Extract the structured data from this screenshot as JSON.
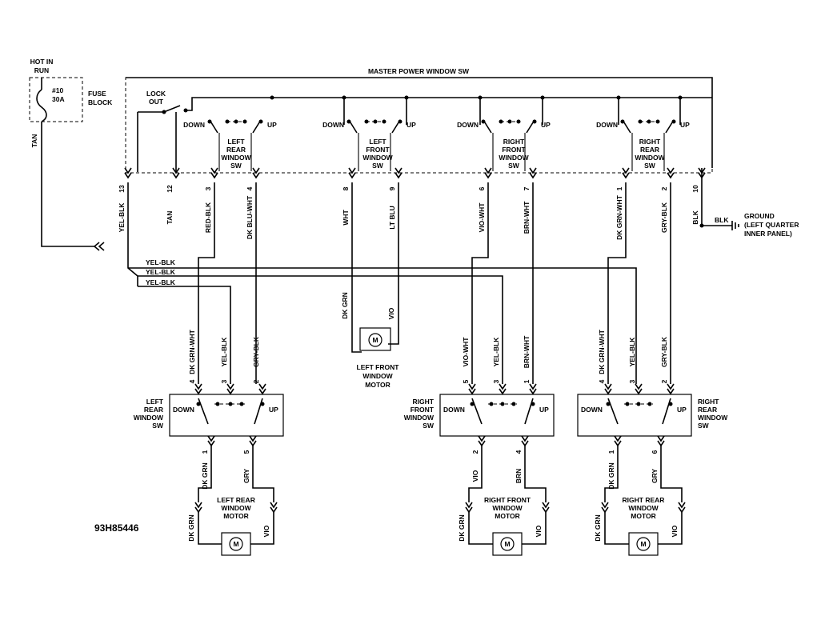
{
  "labels": {
    "hot_in_run": [
      "HOT IN",
      "RUN"
    ],
    "fuse": [
      "#10",
      "30A"
    ],
    "fuse_block": [
      "FUSE",
      "BLOCK"
    ],
    "master": "MASTER POWER WINDOW SW",
    "lock_out": [
      "LOCK",
      "OUT"
    ],
    "down": "DOWN",
    "up": "UP",
    "master_left_rear": [
      "LEFT",
      "REAR",
      "WINDOW",
      "SW"
    ],
    "master_left_front": [
      "LEFT",
      "FRONT",
      "WINDOW",
      "SW"
    ],
    "master_right_front": [
      "RIGHT",
      "FRONT",
      "WINDOW",
      "SW"
    ],
    "master_right_rear": [
      "RIGHT",
      "REAR",
      "WINDOW",
      "SW"
    ],
    "ground": [
      "GROUND",
      "(LEFT QUARTER",
      "INNER PANEL)"
    ],
    "blk": "BLK",
    "lf_motor": [
      "LEFT FRONT",
      "WINDOW",
      "MOTOR"
    ],
    "lr_sw": [
      "LEFT",
      "REAR",
      "WINDOW",
      "SW"
    ],
    "rf_sw": [
      "RIGHT",
      "FRONT",
      "WINDOW",
      "SW"
    ],
    "rr_sw": [
      "RIGHT",
      "REAR",
      "WINDOW",
      "SW"
    ],
    "lr_motor": [
      "LEFT REAR",
      "WINDOW",
      "MOTOR"
    ],
    "rf_motor": [
      "RIGHT FRONT",
      "WINDOW",
      "MOTOR"
    ],
    "rr_motor": [
      "RIGHT REAR",
      "WINDOW",
      "MOTOR"
    ],
    "motor_symbol": "M",
    "diagram_code": "93H85446"
  },
  "wires": {
    "tan_fuse": "TAN",
    "master_pins": [
      {
        "pin": "13",
        "color": "YEL-BLK"
      },
      {
        "pin": "12",
        "color": "TAN"
      },
      {
        "pin": "3",
        "color": "RED-BLK"
      },
      {
        "pin": "4",
        "color": "DK BLU-WHT"
      },
      {
        "pin": "8",
        "color": "WHT"
      },
      {
        "pin": "9",
        "color": "LT BLU"
      },
      {
        "pin": "6",
        "color": "VIO-WHT"
      },
      {
        "pin": "7",
        "color": "BRN-WHT"
      },
      {
        "pin": "1",
        "color": "DK GRN-WHT"
      },
      {
        "pin": "2",
        "color": "GRY-BLK"
      },
      {
        "pin": "10",
        "color": "BLK"
      }
    ],
    "yel_blk_bus": [
      "YEL-BLK",
      "YEL-BLK",
      "YEL-BLK"
    ],
    "lf_motor_wires": [
      "DK GRN",
      "VIO"
    ],
    "lr_sw_pins": [
      {
        "pin": "4",
        "color": "DK GRN-WHT"
      },
      {
        "pin": "3",
        "color": "YEL-BLK"
      },
      {
        "pin": "2",
        "color": "GRY-BLK"
      }
    ],
    "rf_sw_pins": [
      {
        "pin": "5",
        "color": "VIO-WHT"
      },
      {
        "pin": "3",
        "color": "YEL-BLK"
      },
      {
        "pin": "1",
        "color": "BRN-WHT"
      }
    ],
    "rr_sw_pins": [
      {
        "pin": "4",
        "color": "DK GRN-WHT"
      },
      {
        "pin": "3",
        "color": "YEL-BLK"
      },
      {
        "pin": "2",
        "color": "GRY-BLK"
      }
    ],
    "lr_sw_out": [
      {
        "pin": "1",
        "color": "DK GRN"
      },
      {
        "pin": "5",
        "color": "GRY"
      }
    ],
    "rf_sw_out": [
      {
        "pin": "2",
        "color": "VIO"
      },
      {
        "pin": "4",
        "color": "BRN"
      }
    ],
    "rr_sw_out": [
      {
        "pin": "1",
        "color": "DK GRN"
      },
      {
        "pin": "6",
        "color": "GRY"
      }
    ],
    "lr_motor_wires": [
      "DK GRN",
      "VIO"
    ],
    "rf_motor_wires": [
      "DK GRN",
      "VIO"
    ],
    "rr_motor_wires": [
      "DK GRN",
      "VIO"
    ]
  }
}
